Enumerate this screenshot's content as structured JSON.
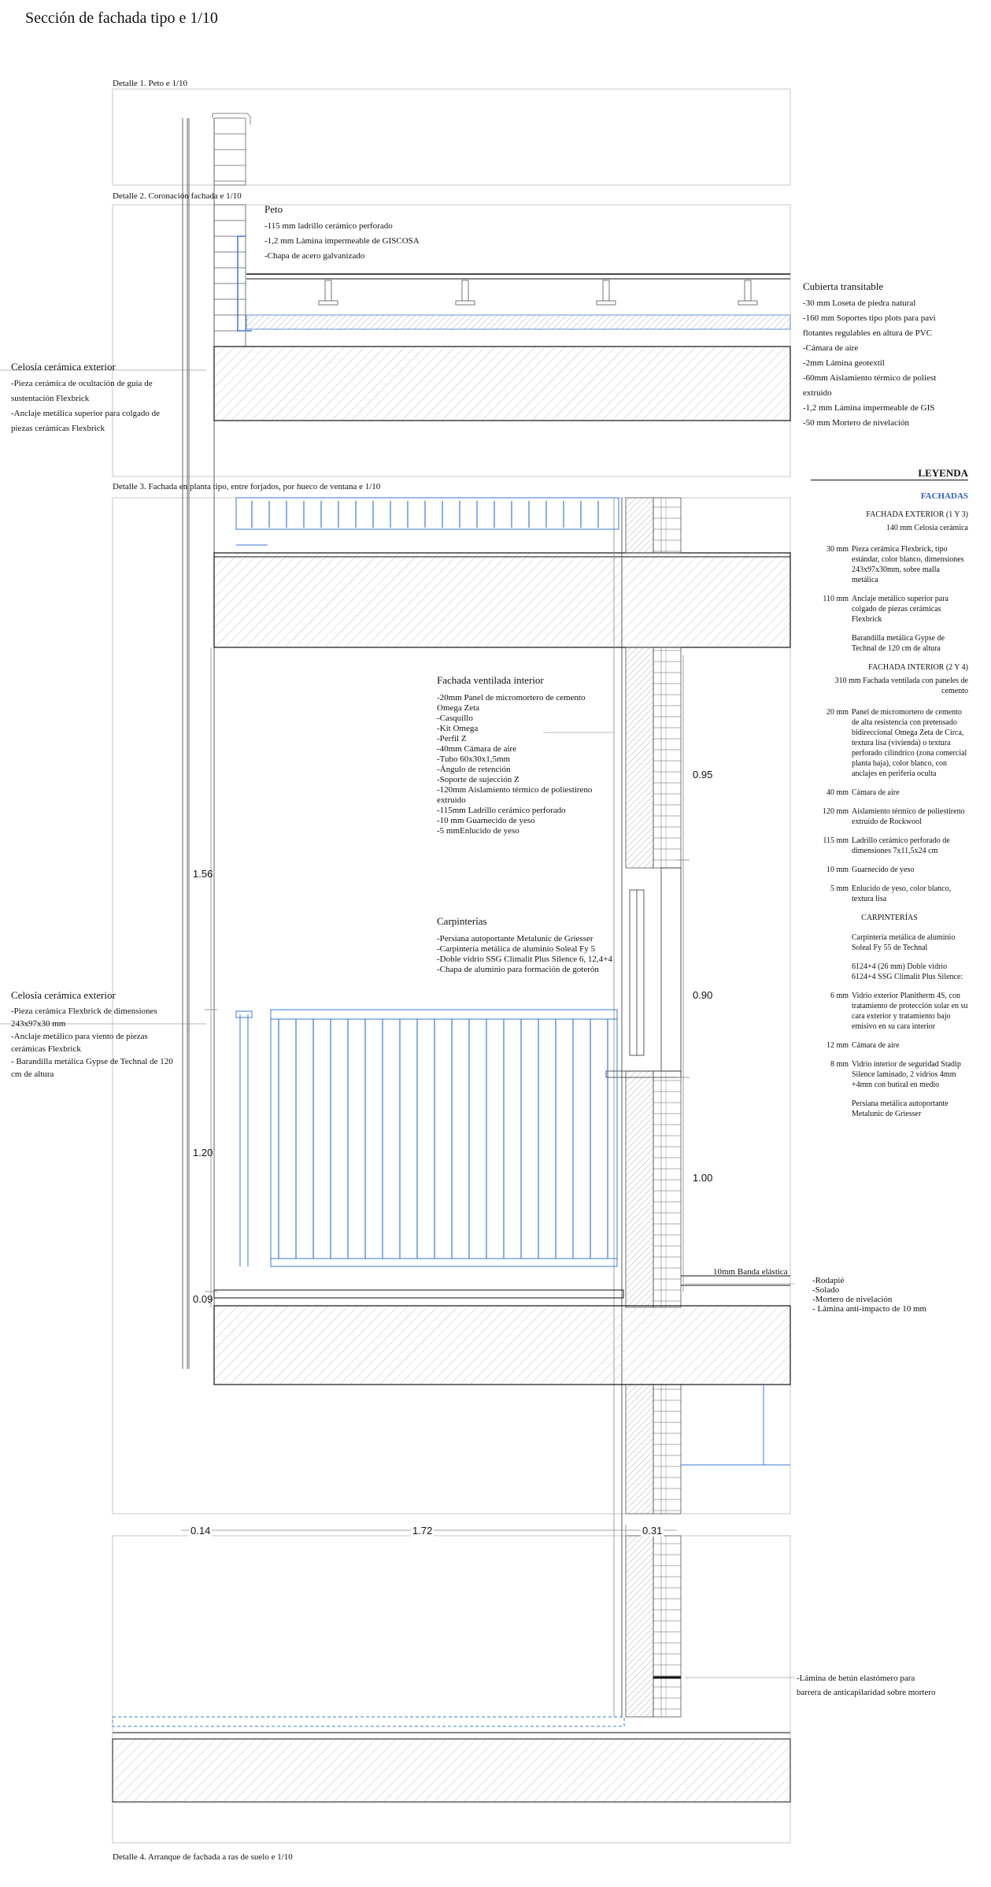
{
  "title": "Sección de fachada tipo  e 1/10",
  "details": {
    "d1": "Detalle 1. Peto e 1/10",
    "d2": "Detalle 2. Coronación fachada e 1/10",
    "d3": "Detalle 3. Fachada en planta tipo, entre forjados, por hueco de ventana e 1/10",
    "d4": "Detalle 4. Arranque de fachada a ras de suelo e 1/10"
  },
  "peto": {
    "heading": "Peto",
    "lines": [
      "-115 mm ladrillo cerámico perforado",
      "-1,2 mm Lámina impermeable de GISCOSA",
      "-Chapa de acero galvanizado"
    ]
  },
  "cubierta": {
    "heading": "Cubierta transitable",
    "lines": [
      "-30 mm Loseta de piedra natural",
      "-160 mm Soportes tipo plots para pavi",
      "flotantes regulables en altura de PVC",
      "-Cámara de aire",
      "-2mm Lámina geotextil",
      "-60mm Aislamiento térmico de poliest",
      "extruido",
      "-1,2 mm Lámina impermeable de GIS",
      "-50 mm Mortero de nivelación"
    ]
  },
  "celosia_top": {
    "heading": "Celosía cerámica exterior",
    "lines": [
      "-Pieza cerámica de ocultación de guía de",
      "sustentación Flexbrick",
      "-Anclaje metálica superior para colgado de",
      "piezas cerámicas Flexbrick"
    ]
  },
  "fachada_interior": {
    "heading": "Fachada ventilada interior",
    "lines": [
      "-20mm Panel de micromortero de cemento",
      "Omega Zeta",
      "-Casquillo",
      "-Kit Omega",
      "-Perfil Z",
      "-40mm Cámara de aire",
      "-Tubo 60x30x1,5mm",
      "-Ángulo de retención",
      "-Soporte de sujección Z",
      "-120mm Aislamiento térmico de poliestireno",
      "extruido",
      "-115mm Ladrillo cerámico  perforado",
      "-10 mm Guarnecido de yeso",
      "-5 mmEnlucido de yeso"
    ]
  },
  "carpinterias": {
    "heading": "Carpinterías",
    "lines": [
      "-Persiana autoportante Metalunic de Griesser",
      "-Carpintería metálica de aluminio Soleal Fy 5",
      "-Doble vidrio SSG Climalit Plus Silence 6, 12,4+4",
      "-Chapa de aluminio para formación de goterón"
    ]
  },
  "celosia_mid": {
    "heading": "Celosía cerámica exterior",
    "lines": [
      "-Pieza cerámica Flexbrick de dimensiones",
      "243x97x30 mm",
      "-Anclaje metálico para viento de piezas",
      "cerámicas Flexbrick",
      "- Barandilla metálica Gypse de Technal de 120",
      "cm de altura"
    ]
  },
  "suelo": {
    "banda": "10mm Banda elástica",
    "lines": [
      "-Rodapié",
      "-Solado",
      "-Mortero de nivelación",
      "- Lámina anti-impacto de 10 mm"
    ]
  },
  "betun": {
    "lines": [
      "-Lámina de betún elastómero para",
      "barrera de anticapilaridad sobre mortero"
    ]
  },
  "dims": {
    "v156": "1.56",
    "v120": "1.20",
    "v009": "0.09",
    "v095": "0.95",
    "v090": "0.90",
    "v100": "1.00",
    "h014": "0.14",
    "h172": "1.72",
    "h031": "0.31"
  },
  "legend": {
    "title": "LEYENDA",
    "fachadas": "FACHADAS",
    "ext_head": "FACHADA EXTERIOR (1 Y 3)",
    "ext_sub": "140 mm Celosía cerámica",
    "ext_rows": [
      {
        "q": "30 mm",
        "t": "Pieza cerámica Flexbrick, tipo estándar, color blanco, dimensiones 243x97x30mm, sobre malla metálica"
      },
      {
        "q": "110 mm",
        "t": "Anclaje metálico superior para colgado de piezas cerámicas Flexbrick"
      },
      {
        "q": "",
        "t": "Barandilla metálica Gypse de Technal de 120 cm de altura"
      }
    ],
    "int_head": "FACHADA INTERIOR (2 Y 4)",
    "int_sub": "310 mm Fachada ventilada con paneles de  cemento",
    "int_rows": [
      {
        "q": "20 mm",
        "t": "Panel de micromortero de cemento de alta resistencia con pretensado bidireccional Omega Zeta de Circa, textura lisa (vivienda) o textura perforado cilíndrico (zona comercial planta baja), color blanco, con anclajes en periferia oculta"
      },
      {
        "q": "40 mm",
        "t": "Cámara de aire"
      },
      {
        "q": "120 mm",
        "t": "Aislamiento térmico de poliestireno extruido de Rockwool"
      },
      {
        "q": "115 mm",
        "t": "Ladrillo cerámico perforado de dimensiones 7x11,5x24 cm"
      },
      {
        "q": "10 mm",
        "t": "Guarnecido de yeso"
      },
      {
        "q": "5 mm",
        "t": "Enlucido de yeso, color blanco, textura lisa"
      }
    ],
    "carp_head": "CARPINTERÍAS",
    "carp_rows": [
      {
        "q": "",
        "t": "Carpintería metálica de aluminio Soleal Fy 55 de Technal"
      },
      {
        "q": "",
        "t": "6124+4 (26 mm) Doble vidrio 6124+4 SSG Climalit Plus Silence:"
      },
      {
        "q": "6 mm",
        "t": "Vidrio exterior Planitherm 4S, con tratamiento de protección solar en su cara exterior y tratamiento bajo emisivo en su cara interior"
      },
      {
        "q": "12 mm",
        "t": "Cámara de aire"
      },
      {
        "q": "8 mm",
        "t": "Vidrio interior de seguridad Stadip Silence laminado, 2 vidrios 4mm +4mm con butiral en medio"
      },
      {
        "q": "",
        "t": "Persiana metálica autoportante Metalunic de Griesser"
      }
    ]
  },
  "colors": {
    "blue": "#3a7bd5",
    "hatch": "#b9b9b9",
    "frame": "#c9c9c9"
  }
}
